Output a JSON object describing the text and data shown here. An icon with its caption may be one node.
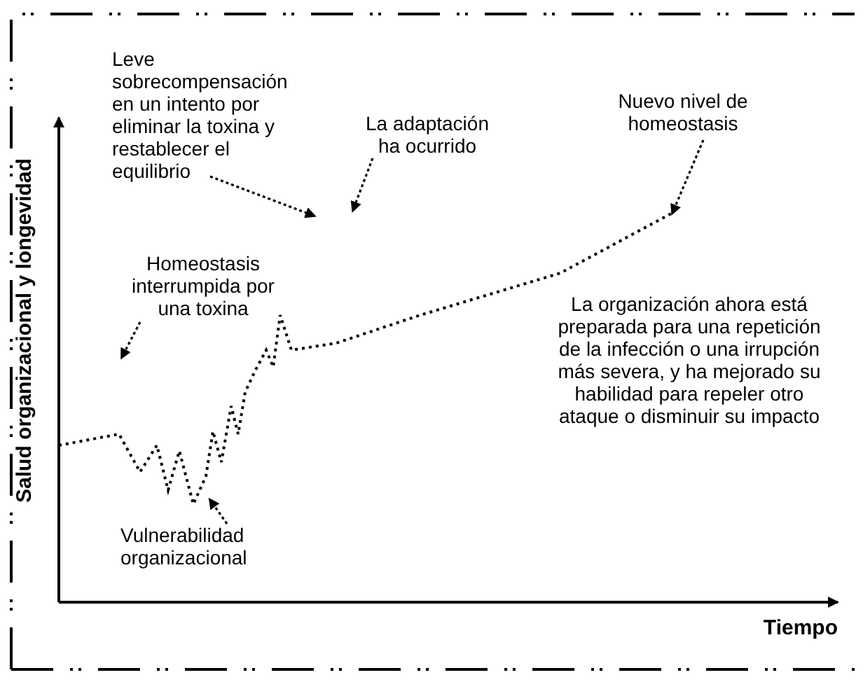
{
  "diagram": {
    "nodes": [
      {
        "text": [
          "Leve sobrecompensación en un intento por eliminar la toxina y restablecer el equilibrio"
        ]
      },
      {
        "text": [
          "La adaptación ha ocurrido"
        ]
      },
      {
        "text": [
          "Nuevo nivel de homeostasis"
        ]
      },
      {
        "text": [
          "Homeostasis interrumpida por una toxina"
        ]
      },
      {
        "text": [
          "Vulnerabilidad organizacional"
        ]
      },
      {
        "text": [
          "La organización ahora está preparada para una repetición de la infección o una irrupción más severa, y ha mejorado su habilidad para repeler otro ataque o disminuir su impacto"
        ]
      }
    ],
    "edges": [
      {
        "from": 0,
        "to": null,
        "arrow": "to"
      },
      {
        "from": 1,
        "to": null,
        "arrow": "to"
      },
      {
        "from": 2,
        "to": null,
        "arrow": "to"
      },
      {
        "from": 3,
        "to": null,
        "arrow": "to"
      },
      {
        "from": 4,
        "to": null,
        "arrow": "to"
      }
    ],
    "labels": [
      "Salud organizacional y longevidad",
      "Tiempo"
    ]
  }
}
